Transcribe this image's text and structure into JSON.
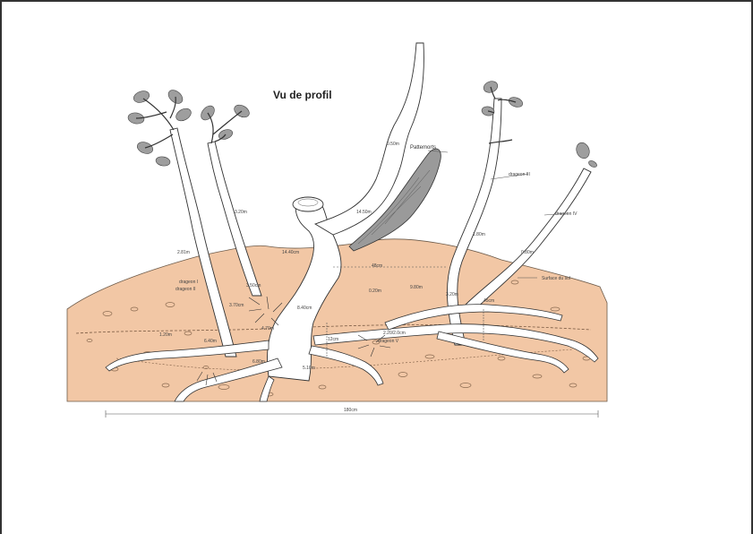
{
  "figure": {
    "title": "Vu de profil",
    "labels": {
      "drageon_i": "drageon I",
      "drageon_ii": "drageon II",
      "drageon_iii": "drageon III",
      "drageon_iv": "drageon IV",
      "drageon_v": "drageon V",
      "pattemorts": "Pattemorts",
      "surface_sol": "Surface du sol",
      "width_scale": "180cm"
    },
    "measurements": {
      "m1": "3.20m",
      "m2": "2.81m",
      "m3": "14.40cm",
      "m4": "14.50m",
      "m5": "0.50m",
      "m6": "1.80m",
      "m7": "0.80m",
      "m8": "48cm",
      "m9": "3.50cm",
      "m10": "8.40cm",
      "m11": "0.20m",
      "m12": "9.80m",
      "m13": "3.20m",
      "m14": "45cm",
      "m15": "12cm",
      "m16": "2.20/2.0cm",
      "m17": "3.70cm",
      "m18": "1.20m",
      "m19": "6.40m",
      "m20": "6.80m",
      "m21": "5.10m",
      "m22": "4.70m"
    }
  }
}
